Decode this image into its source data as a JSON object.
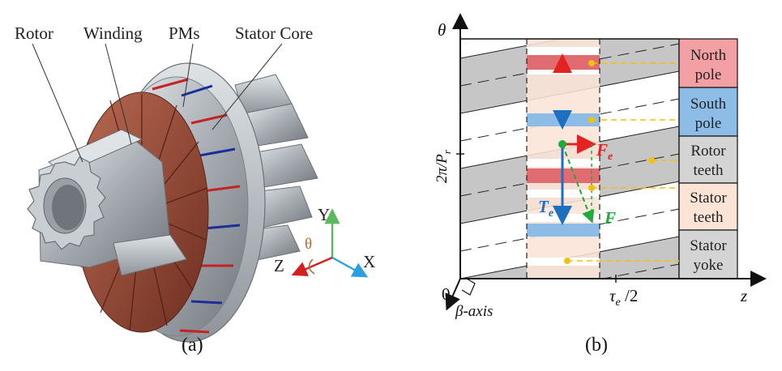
{
  "panel_a": {
    "labels": {
      "rotor": "Rotor",
      "winding": "Winding",
      "pms": "PMs",
      "stator_core": "Stator Core"
    },
    "axes": {
      "y": "Y",
      "z": "Z",
      "x": "X",
      "theta": "θ"
    },
    "caption": "(a)"
  },
  "panel_b": {
    "axis_theta": "θ",
    "axis_period": "2π/P",
    "axis_period_sub": "r",
    "axis_origin": "0",
    "axis_z": "z",
    "axis_tau": "τ",
    "axis_tau_sub": "e",
    "axis_tau_suffix": " /2",
    "beta_axis": "β-axis",
    "force_fe": "F",
    "force_fe_sub": "e",
    "force_f": "F",
    "torque_te": "T",
    "torque_te_sub": "e",
    "legend": [
      {
        "line1": "North",
        "line2": "pole",
        "color": "#f2a0a4"
      },
      {
        "line1": "South",
        "line2": "pole",
        "color": "#8dbde6"
      },
      {
        "line1": "Rotor",
        "line2": "teeth",
        "color": "#d4d4d4"
      },
      {
        "line1": "Stator",
        "line2": "teeth",
        "color": "#fbe4d6"
      },
      {
        "line1": "Stator",
        "line2": "yoke",
        "color": "#d4d4d4"
      }
    ],
    "caption": "(b)",
    "colors": {
      "north": "#e06b70",
      "south": "#8dbde6",
      "gray": "#c6c6c6",
      "stator_teeth": "#fbe4d6",
      "marker": "#f2c010",
      "fe_arrow": "#e52222",
      "f_arrow": "#1faa3a",
      "te_arrow": "#1e6fc0"
    }
  }
}
